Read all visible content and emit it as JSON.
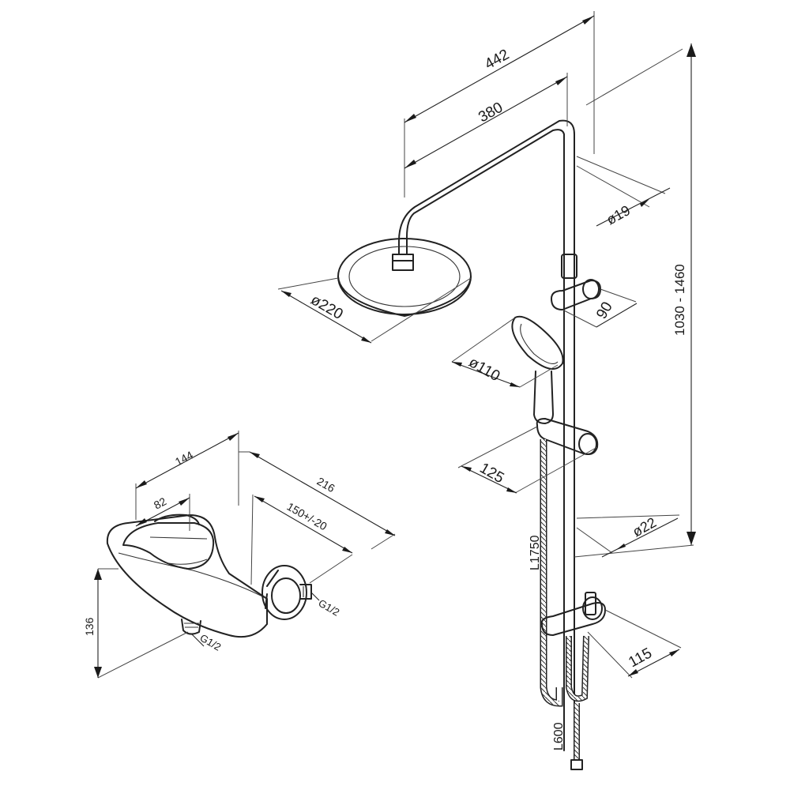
{
  "dimensions": {
    "rail_span": "442",
    "arm_span": "380",
    "rail_diameter": "ø19",
    "overall_height": "1030 - 1460",
    "head_diameter": "ø220",
    "holder_offset": "90",
    "hand_diameter": "ø110",
    "slider_offset": "125",
    "hose_length": "L1750",
    "bar_diameter": "ø22",
    "bracket_offset": "115",
    "inlet_hose": "L600",
    "mixer_width": "144",
    "lever_width": "82",
    "mixer_depth": "216",
    "centers": "150+/-20",
    "mixer_height": "136",
    "outlet_thread": "G1/2",
    "inlet_thread": "G1/2"
  },
  "colors": {
    "line": "#222222",
    "background": "#ffffff"
  }
}
